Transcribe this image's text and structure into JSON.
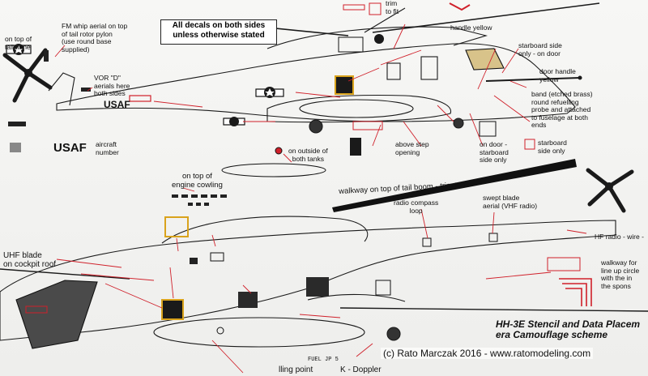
{
  "header_box": {
    "line1": "All decals on both sides",
    "line2": "unless otherwise stated"
  },
  "labels": {
    "on_top_of_tailplane": [
      "on top of",
      "tailplane"
    ],
    "fm_whip": [
      "FM whip aerial on top",
      "of tail rotor pylon",
      "(use round base",
      "supplied)"
    ],
    "vor_d": [
      "VOR \"D\"",
      "aerials here",
      "both sides"
    ],
    "aircraft_number": [
      "aircraft",
      "number"
    ],
    "usaf_main": "USAF",
    "usaf_small": "USAF",
    "handle_yellow": "handle yellow",
    "starboard_door": [
      "starboard side",
      "only - on door"
    ],
    "door_handle_yellow": [
      "door handle",
      "yellow"
    ],
    "band": [
      "band (etched brass)",
      "round refuelling",
      "probe and attached",
      "to fuselage at both",
      "ends"
    ],
    "outside_tanks": [
      "on outside of",
      "both tanks"
    ],
    "above_step": [
      "above step",
      "opening"
    ],
    "on_door_starboard": [
      "on door -",
      "starboard",
      "side only"
    ],
    "starboard_only": [
      "starboard",
      "side only"
    ],
    "engine_cowling": [
      "on top of",
      "engine cowling"
    ],
    "walkway_tail": "walkway on top of tail boom - trim to fit",
    "radio_compass": [
      "radio compass",
      "loop"
    ],
    "swept_blade": [
      "swept blade",
      "aerial (VHF radio)"
    ],
    "hf_radio": "HF radio - wire -",
    "uhf_blade": [
      "UHF blade",
      "on cockpit roof"
    ],
    "walkway_right": [
      "walkway for",
      "line up circle",
      "with the in",
      "the spons"
    ],
    "fuel": "FUEL JP 5",
    "filling_point": "lling point",
    "doppler": "K - Doppler",
    "trim_to_fit": [
      "trim",
      "to fit"
    ]
  },
  "title": {
    "line1": "HH-3E Stencil and Data Placem",
    "line2": "era Camouflage scheme"
  },
  "copyright": "(c) Rato Marczak 2016 - www.ratomodeling.com",
  "colors": {
    "paper": "#f3f3f1",
    "line": "#1a1a1a",
    "leader": "#d0202a",
    "yellow": "#d9a31c",
    "dark": "#2a2a2a"
  }
}
